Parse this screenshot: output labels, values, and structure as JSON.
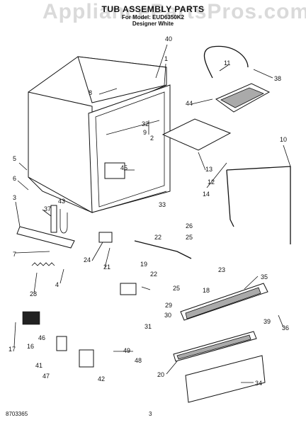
{
  "header": {
    "watermark": "AppliancePartsPros.com",
    "title": "TUB ASSEMBLY PARTS",
    "model_line": "For Model: EUD6350K2",
    "color_line": "Designer White"
  },
  "footer": {
    "doc_number": "8703365",
    "page_number": "3"
  },
  "part_labels": [
    "40",
    "1",
    "8",
    "11",
    "38",
    "44",
    "9",
    "32",
    "2",
    "10",
    "5",
    "6",
    "45",
    "13",
    "12",
    "14",
    "3",
    "37",
    "43",
    "33",
    "26",
    "25",
    "22",
    "7",
    "24",
    "21",
    "19",
    "22",
    "23",
    "18",
    "4",
    "28",
    "25",
    "35",
    "29",
    "30",
    "31",
    "36",
    "39",
    "17",
    "16",
    "46",
    "41",
    "47",
    "49",
    "48",
    "20",
    "42",
    "34"
  ]
}
